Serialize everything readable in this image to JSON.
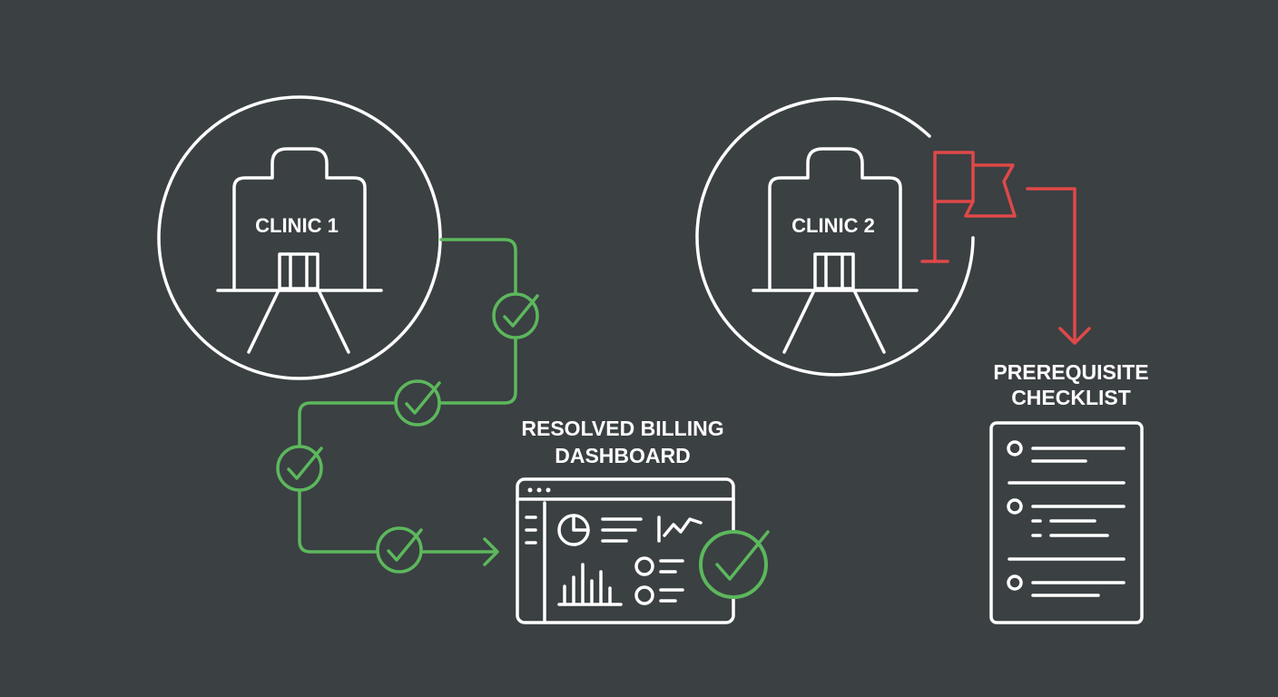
{
  "nodes": {
    "clinic1": {
      "label": "CLINIC 1"
    },
    "clinic2": {
      "label": "CLINIC 2"
    },
    "dashboard": {
      "label_line1": "RESOLVED BILLING",
      "label_line2": "DASHBOARD"
    },
    "checklist": {
      "label_line1": "PREREQUISITE",
      "label_line2": "CHECKLIST"
    }
  },
  "colors": {
    "background": "#3b4043",
    "line": "#ffffff",
    "success": "#5cb85c",
    "alert": "#e04848"
  },
  "icons": {
    "building": "building-icon",
    "check": "check-circle-icon",
    "flag": "flag-icon",
    "dashboard": "dashboard-window-icon",
    "checklist": "checklist-document-icon"
  }
}
